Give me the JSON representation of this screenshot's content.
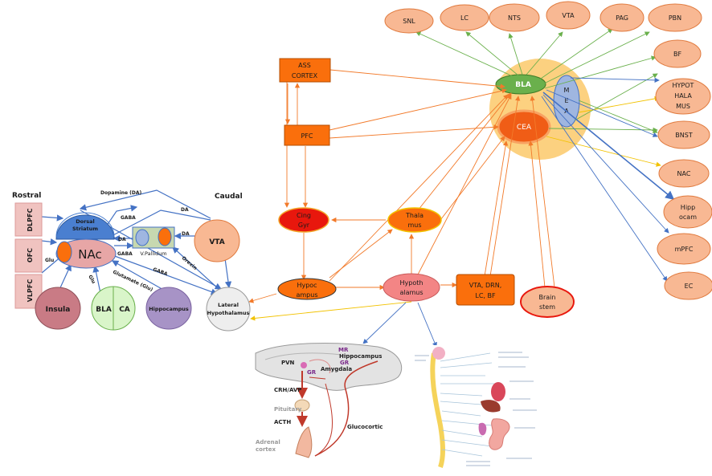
{
  "left": {
    "rostral": "Rostral",
    "caudal": "Caudal",
    "pfc": [
      "DLPFC",
      "OFC",
      "VLPFC"
    ],
    "dorsal_striatum": "Dorsal Striatum",
    "nac": "NAc",
    "v_pallidum": "V.Pallidum",
    "vta": "VTA",
    "insula": "Insula",
    "bla": "BLA",
    "ca": "CA",
    "hippocampus": "Hippocampus",
    "lateral_hypothalamus": "Lateral Hypothalamus",
    "edges": {
      "dopamine": "Dopamine (DA)",
      "gaba_top": "GABA",
      "da_top": "DA",
      "da_vp": "DA",
      "da_nac": "DA",
      "gaba_vp": "GABA",
      "glu": "Glu",
      "glu2": "Glu",
      "glutamate": "Glutamate (Glu)",
      "gaba_low": "GABA",
      "orexin": "Orexin"
    }
  },
  "center": {
    "ass_cortex": "ASS CORTEX",
    "pfc": "PFC",
    "cing_gyr": "Cing Gyr",
    "thalamus": "Thala mus",
    "hippocampus": "Hypoc ampus",
    "hypothalamus": "Hypoth alamus",
    "vta_drn": "VTA, DRN, LC, BF",
    "brain_stem": "Brain stem"
  },
  "amygdala": {
    "bla": "BLA",
    "cea": "CEA",
    "mea": "M E A"
  },
  "right_targets": [
    "SNL",
    "LC",
    "NTS",
    "VTA",
    "PAG",
    "PBN",
    "BF",
    "HYPOT HALA MUS",
    "BNST",
    "NAC",
    "Hipp ocam",
    "mPFC",
    "EC"
  ],
  "hpa": {
    "pvn": "PVN",
    "mr": "MR",
    "hippocampus": "Hippocampus",
    "gr": "GR",
    "gr2": "GR",
    "amygdala": "Amygdala",
    "crh": "CRH/AVP",
    "pituitary": "Pituitary",
    "acth": "ACTH",
    "adrenal": "Adrenal cortex",
    "gluco": "Glucocortic"
  },
  "colors": {
    "orange": "#fa6f0c",
    "peach": "#f8b893",
    "red": "#e8170d",
    "amygdala_halo": "#fbc96a",
    "green": "#6ab04c",
    "blue": "#4472c4",
    "pink": "#f38585",
    "purple": "#a793c6",
    "mint": "#d9f5c9"
  }
}
